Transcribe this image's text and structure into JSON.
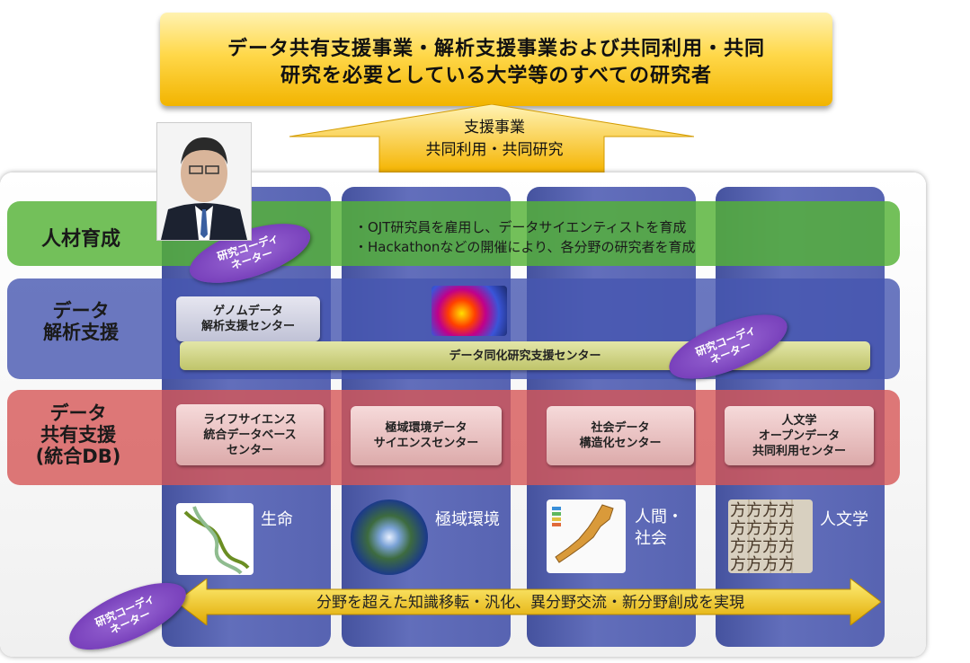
{
  "banner": {
    "title_line1": "データ共有支援事業・解析支援事業および共同利用・共同",
    "title_line2": "研究を必要としている大学等のすべての研究者"
  },
  "up_arrow": {
    "line1": "支援事業",
    "line2": "共同利用・共同研究"
  },
  "rows": {
    "hr": {
      "label": "人材育成",
      "bullets": [
        "・OJT研究員を雇用し、データサイエンティストを育成",
        "・Hackathonなどの開催により、各分野の研究者を育成"
      ]
    },
    "analysis": {
      "label_line1": "データ",
      "label_line2": "解析支援",
      "genome_center_line1": "ゲノムデータ",
      "genome_center_line2": "解析支援センター",
      "assimilation_center": "データ同化研究支援センター"
    },
    "db": {
      "label_line1": "データ",
      "label_line2": "共有支援",
      "label_line3": "(統合DB)",
      "centers": [
        {
          "line1": "ライフサイエンス",
          "line2": "統合データベース",
          "line3": "センター"
        },
        {
          "line1": "極域環境データ",
          "line2": "サイエンスセンター",
          "line3": ""
        },
        {
          "line1": "社会データ",
          "line2": "構造化センター",
          "line3": ""
        },
        {
          "line1": "人文学",
          "line2": "オープンデータ",
          "line3": "共同利用センター"
        }
      ]
    }
  },
  "fields": [
    "生命",
    "極域環境",
    "人間・\n社会",
    "人文学"
  ],
  "coordinator": {
    "line1": "研究コーディ",
    "line2": "ネーター"
  },
  "bottom_arrow": "分野を超えた知識移転・汎化、異分野交流・新分野創成を実現",
  "colors": {
    "banner": "#ffd84a",
    "hr_row": "#54b236",
    "analysis_row": "#4656b0",
    "db_row": "#d65656",
    "columns": "#4f5cae",
    "coordinator": "#7a3fc0",
    "arrow": "#f5c518"
  }
}
